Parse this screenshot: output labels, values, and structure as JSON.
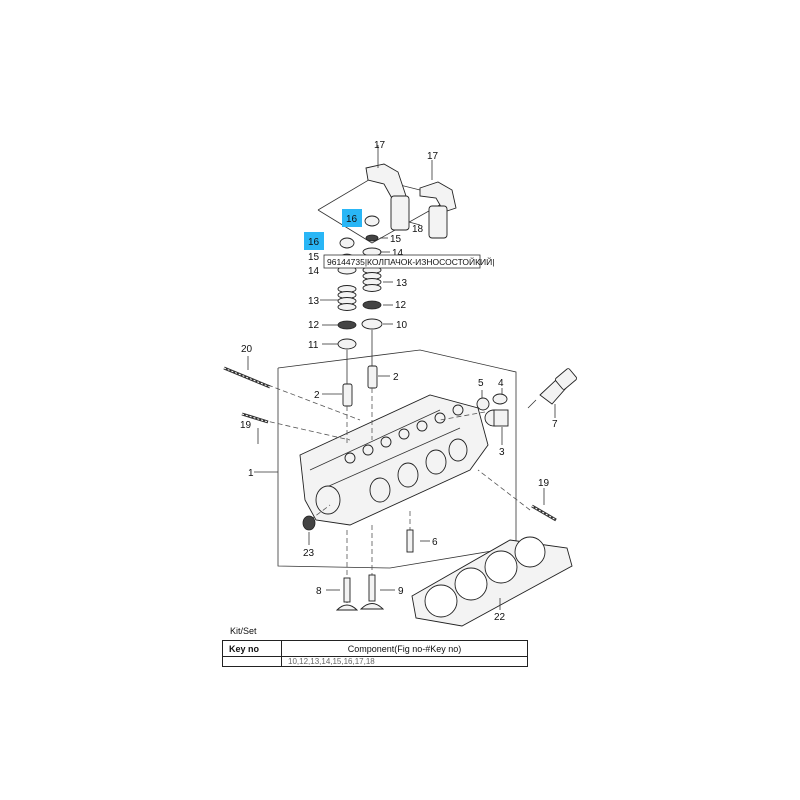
{
  "diagram": {
    "keys": {
      "k1": "1",
      "k2a": "2",
      "k2b": "2",
      "k3": "3",
      "k4": "4",
      "k5": "5",
      "k6": "6",
      "k7": "7",
      "k8": "8",
      "k9": "9",
      "k10": "10",
      "k11": "11",
      "k12a": "12",
      "k12b": "12",
      "k13a": "13",
      "k13b": "13",
      "k14a": "14",
      "k14b": "14",
      "k15a": "15",
      "k15b": "15",
      "k16a": "16",
      "k16b": "16",
      "k17a": "17",
      "k17b": "17",
      "k18": "18",
      "k19a": "19",
      "k19b": "19",
      "k20": "20",
      "k22": "22",
      "k23": "23"
    },
    "tooltip": "96144735|КОЛПАЧОК-ИЗНОСОСТОЙКИЙ|",
    "highlight_color": "#29b6f6"
  },
  "table": {
    "caption": "Kit/Set",
    "col_key": "Key no",
    "col_component": "Component(Fig no-#Key no)",
    "partial_row": "10,12,13,14,15,16,17,18"
  }
}
